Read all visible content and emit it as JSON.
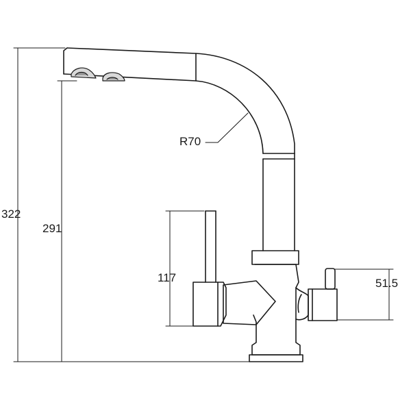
{
  "dimensions": {
    "total_height": "322",
    "spout_height": "291",
    "lever_height": "117",
    "side_knob_height": "51.5",
    "spout_radius": "R70"
  },
  "colors": {
    "line": "#1a1a1a",
    "background": "#ffffff"
  }
}
